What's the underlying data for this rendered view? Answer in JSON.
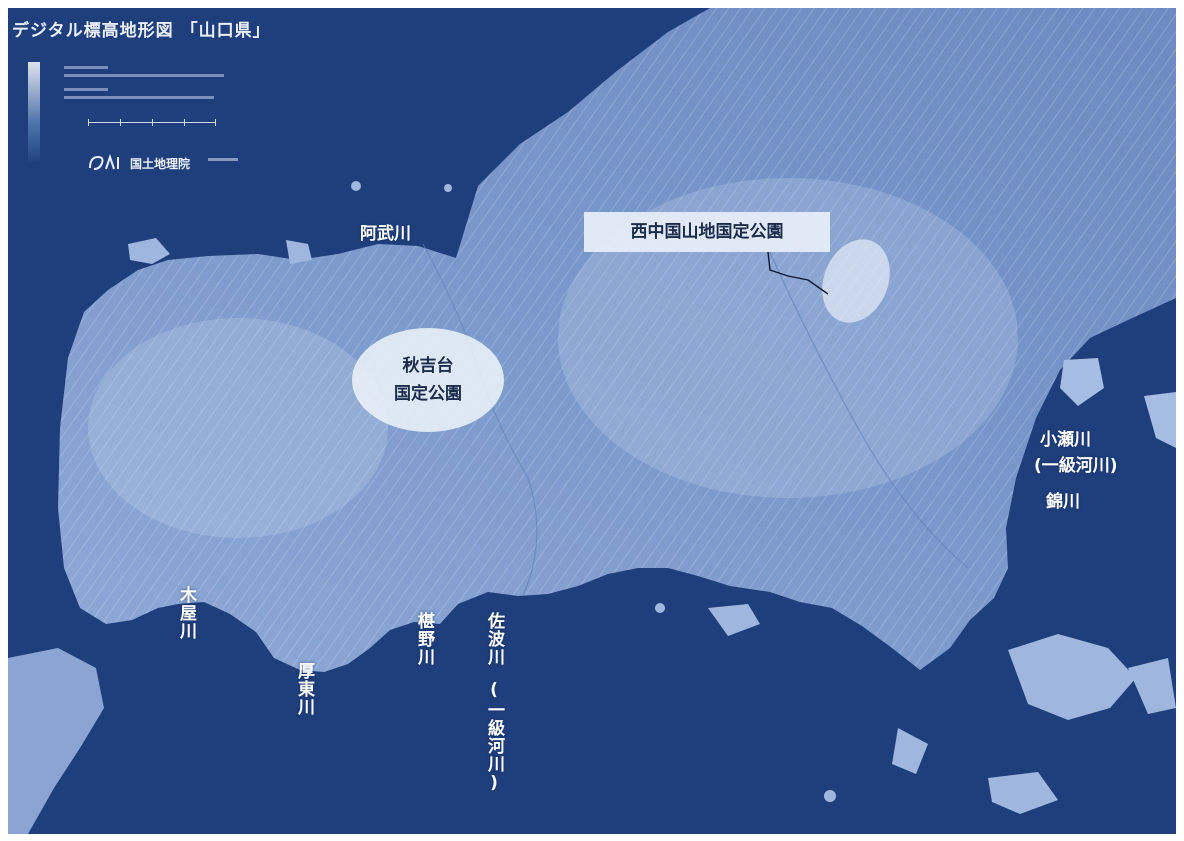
{
  "map": {
    "title": "デジタル標高地形図 「山口県」",
    "legend": {
      "publisher": "国土地理院"
    },
    "labels": {
      "abu_river": "阿武川",
      "oze_river": "小瀬川",
      "oze_river_note": "(一級河川)",
      "nishiki_river": "錦川"
    },
    "vertical_labels": {
      "koya_river": "木屋川",
      "asa_river": "厚東川",
      "fushino_river": "椹野川",
      "saba_river": "佐波川",
      "saba_river_note": "(一級河川)"
    },
    "parks": {
      "akiyoshidai_line1": "秋吉台",
      "akiyoshidai_line2": "国定公園",
      "nishi_chugoku": "西中国山地国定公園"
    },
    "colors": {
      "sea": "#1f3f7c",
      "land": "#7f9ccf",
      "highland": "#b9cce8",
      "label": "#ffffff",
      "callout_text": "#1b2b4a"
    }
  }
}
